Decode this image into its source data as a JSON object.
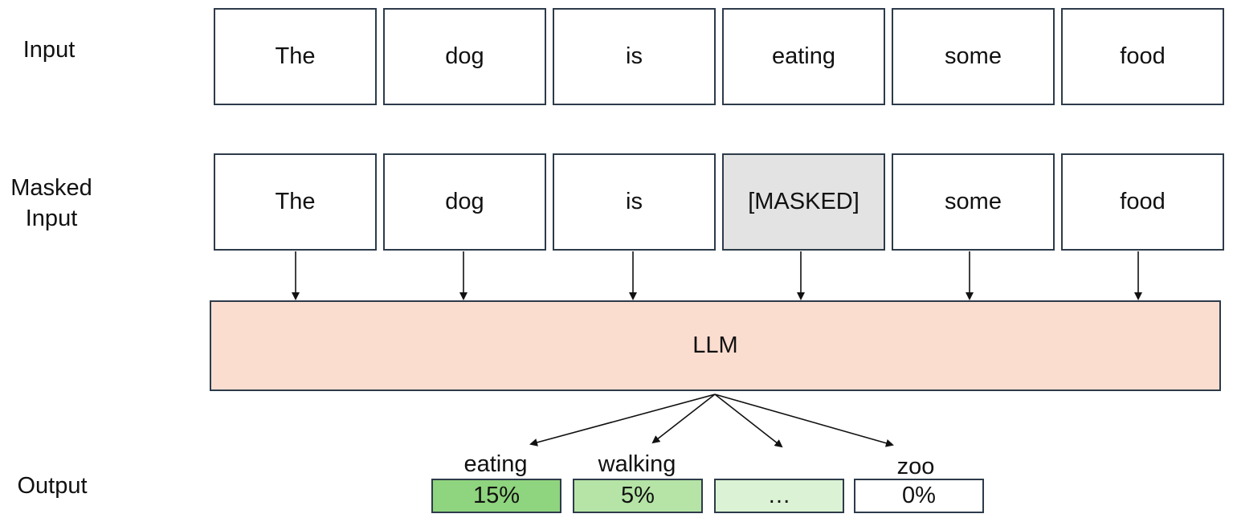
{
  "rows": {
    "input_label": "Input",
    "masked_input_label_line1": "Masked",
    "masked_input_label_line2": "Input",
    "output_label": "Output"
  },
  "input_tokens": [
    "The",
    "dog",
    "is",
    "eating",
    "some",
    "food"
  ],
  "masked_tokens": [
    "The",
    "dog",
    "is",
    "[MASKED]",
    "some",
    "food"
  ],
  "masked_index": 3,
  "model": {
    "label": "LLM",
    "color": "#fbddd0"
  },
  "predictions": [
    {
      "word": "eating",
      "prob": "15%",
      "color": "#8fd47e"
    },
    {
      "word": "walking",
      "prob": "5%",
      "color": "#b5e4a6"
    },
    {
      "word": "",
      "prob": "…",
      "color": "#dcf2d4"
    },
    {
      "word": "zoo",
      "prob": "0%",
      "color": "#ffffff"
    }
  ],
  "colors": {
    "border": "#2d3b4a",
    "masked_fill": "#e3e3e3"
  }
}
